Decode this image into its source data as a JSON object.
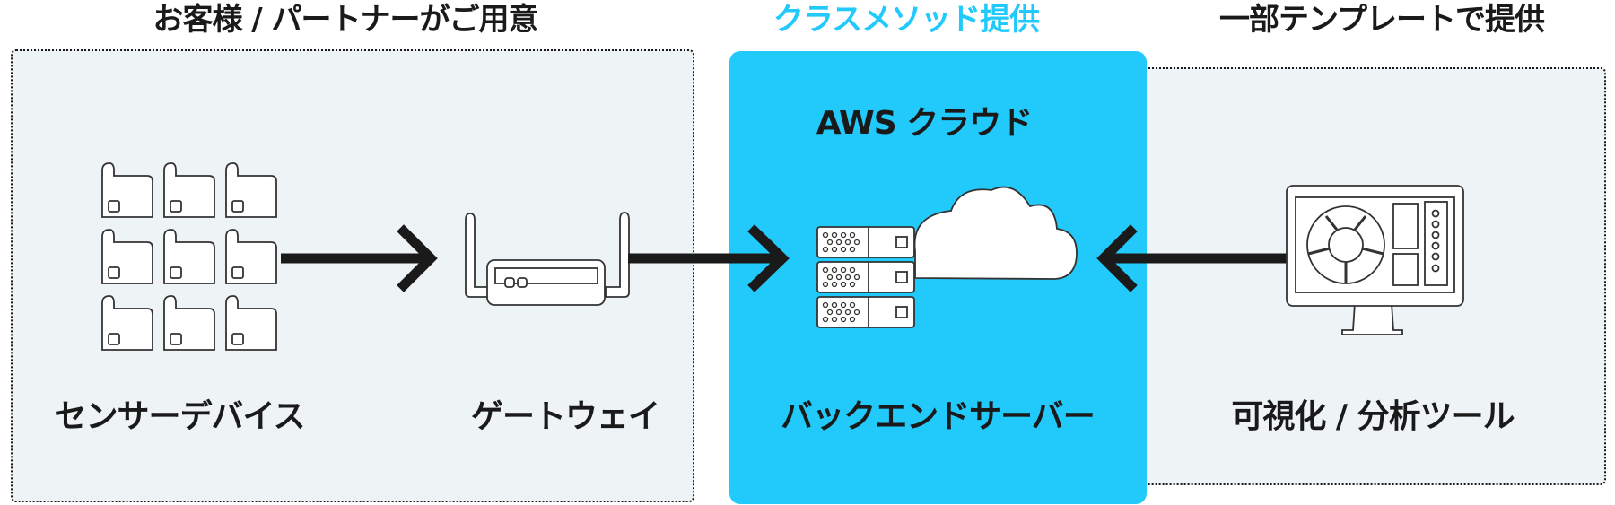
{
  "headings": {
    "customer": "お客様 / パートナーがご用意",
    "classmethod": "クラスメソッド提供",
    "template": "一部テンプレートで提供"
  },
  "colors": {
    "accent": "#22c9fb",
    "panel_bg": "#eef3f6",
    "ink": "#1a1a1a"
  },
  "aws": {
    "title": "AWS クラウド",
    "label": "バックエンドサーバー"
  },
  "nodes": {
    "sensors": {
      "label": "センサーデバイス",
      "icon": "sensor-device-icon",
      "count": 9
    },
    "gateway": {
      "label": "ゲートウェイ",
      "icon": "router-icon"
    },
    "backend": {
      "label": "バックエンドサーバー",
      "icon": "server-cloud-icon"
    },
    "visualization": {
      "label": "可視化 / 分析ツール",
      "icon": "monitor-dashboard-icon"
    }
  },
  "flows": [
    {
      "from": "sensors",
      "to": "gateway"
    },
    {
      "from": "gateway",
      "to": "backend"
    },
    {
      "from": "visualization",
      "to": "backend"
    }
  ]
}
